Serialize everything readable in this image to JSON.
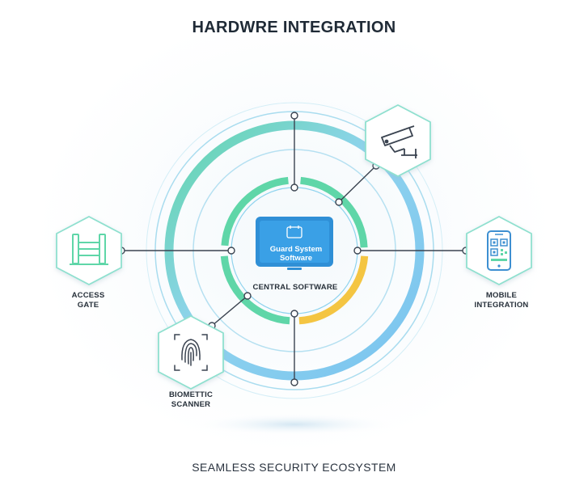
{
  "title": "HARDWRE INTEGRATION",
  "footer": "SEAMLESS SECURITY ECOSYSTEM",
  "center": {
    "monitor_line1": "Guard System",
    "monitor_line2": "Software",
    "caption": "CENTRAL SOFTWARE"
  },
  "nodes": {
    "access": {
      "line1": "ACCESS",
      "line2": "GATE",
      "icon": "gate-icon"
    },
    "mobile": {
      "line1": "MOBILE",
      "line2": "INTEGRATION",
      "icon": "qr-phone-icon"
    },
    "biometric": {
      "line1": "BIOMETTIC",
      "line2": "SCANNER",
      "icon": "fingerprint-icon"
    },
    "camera": {
      "icon": "cctv-camera-icon"
    }
  },
  "colors": {
    "blue": "#79c3ef",
    "green": "#5fd6a8",
    "yellow": "#f4c542",
    "line": "#3a4350",
    "hex_stroke": "#8fe0cf",
    "monitor": "#2f8fd6"
  }
}
